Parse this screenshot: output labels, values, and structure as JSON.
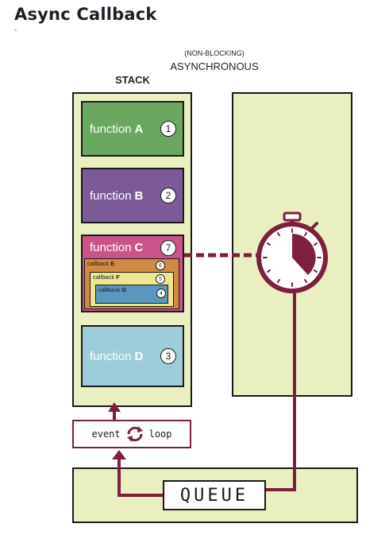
{
  "header": {
    "title": "Async Callback",
    "dash": "-"
  },
  "labels": {
    "async_sub": "(NON-BLOCKING)",
    "async_main": "ASYNCHRONOUS",
    "stack": "STACK"
  },
  "stack_functions": [
    {
      "prefix": "function",
      "name": "A",
      "number": "1",
      "color": "#6aa760"
    },
    {
      "prefix": "function",
      "name": "B",
      "number": "2",
      "color": "#7b5a97"
    },
    {
      "prefix": "function",
      "name": "C",
      "number": "7",
      "color": "#c8548a"
    },
    {
      "prefix": "function",
      "name": "D",
      "number": "3",
      "color": "#9ccdd8"
    }
  ],
  "callbacks": [
    {
      "prefix": "callback",
      "name": "E",
      "number": "6",
      "color": "#d18a44"
    },
    {
      "prefix": "callback",
      "name": "F",
      "number": "5",
      "color": "#eee58f"
    },
    {
      "prefix": "callback",
      "name": "G",
      "number": "4",
      "color": "#5d96bd"
    }
  ],
  "event_loop": {
    "word1": "event",
    "word2": "loop"
  },
  "queue": {
    "label": "QUEUE"
  },
  "colors": {
    "panel": "#eaefc2",
    "accent": "#7d1f3e",
    "outline": "#1a1a1a"
  },
  "icons": [
    "stopwatch-icon",
    "refresh-cycle-icon",
    "arrow-up-icon"
  ]
}
